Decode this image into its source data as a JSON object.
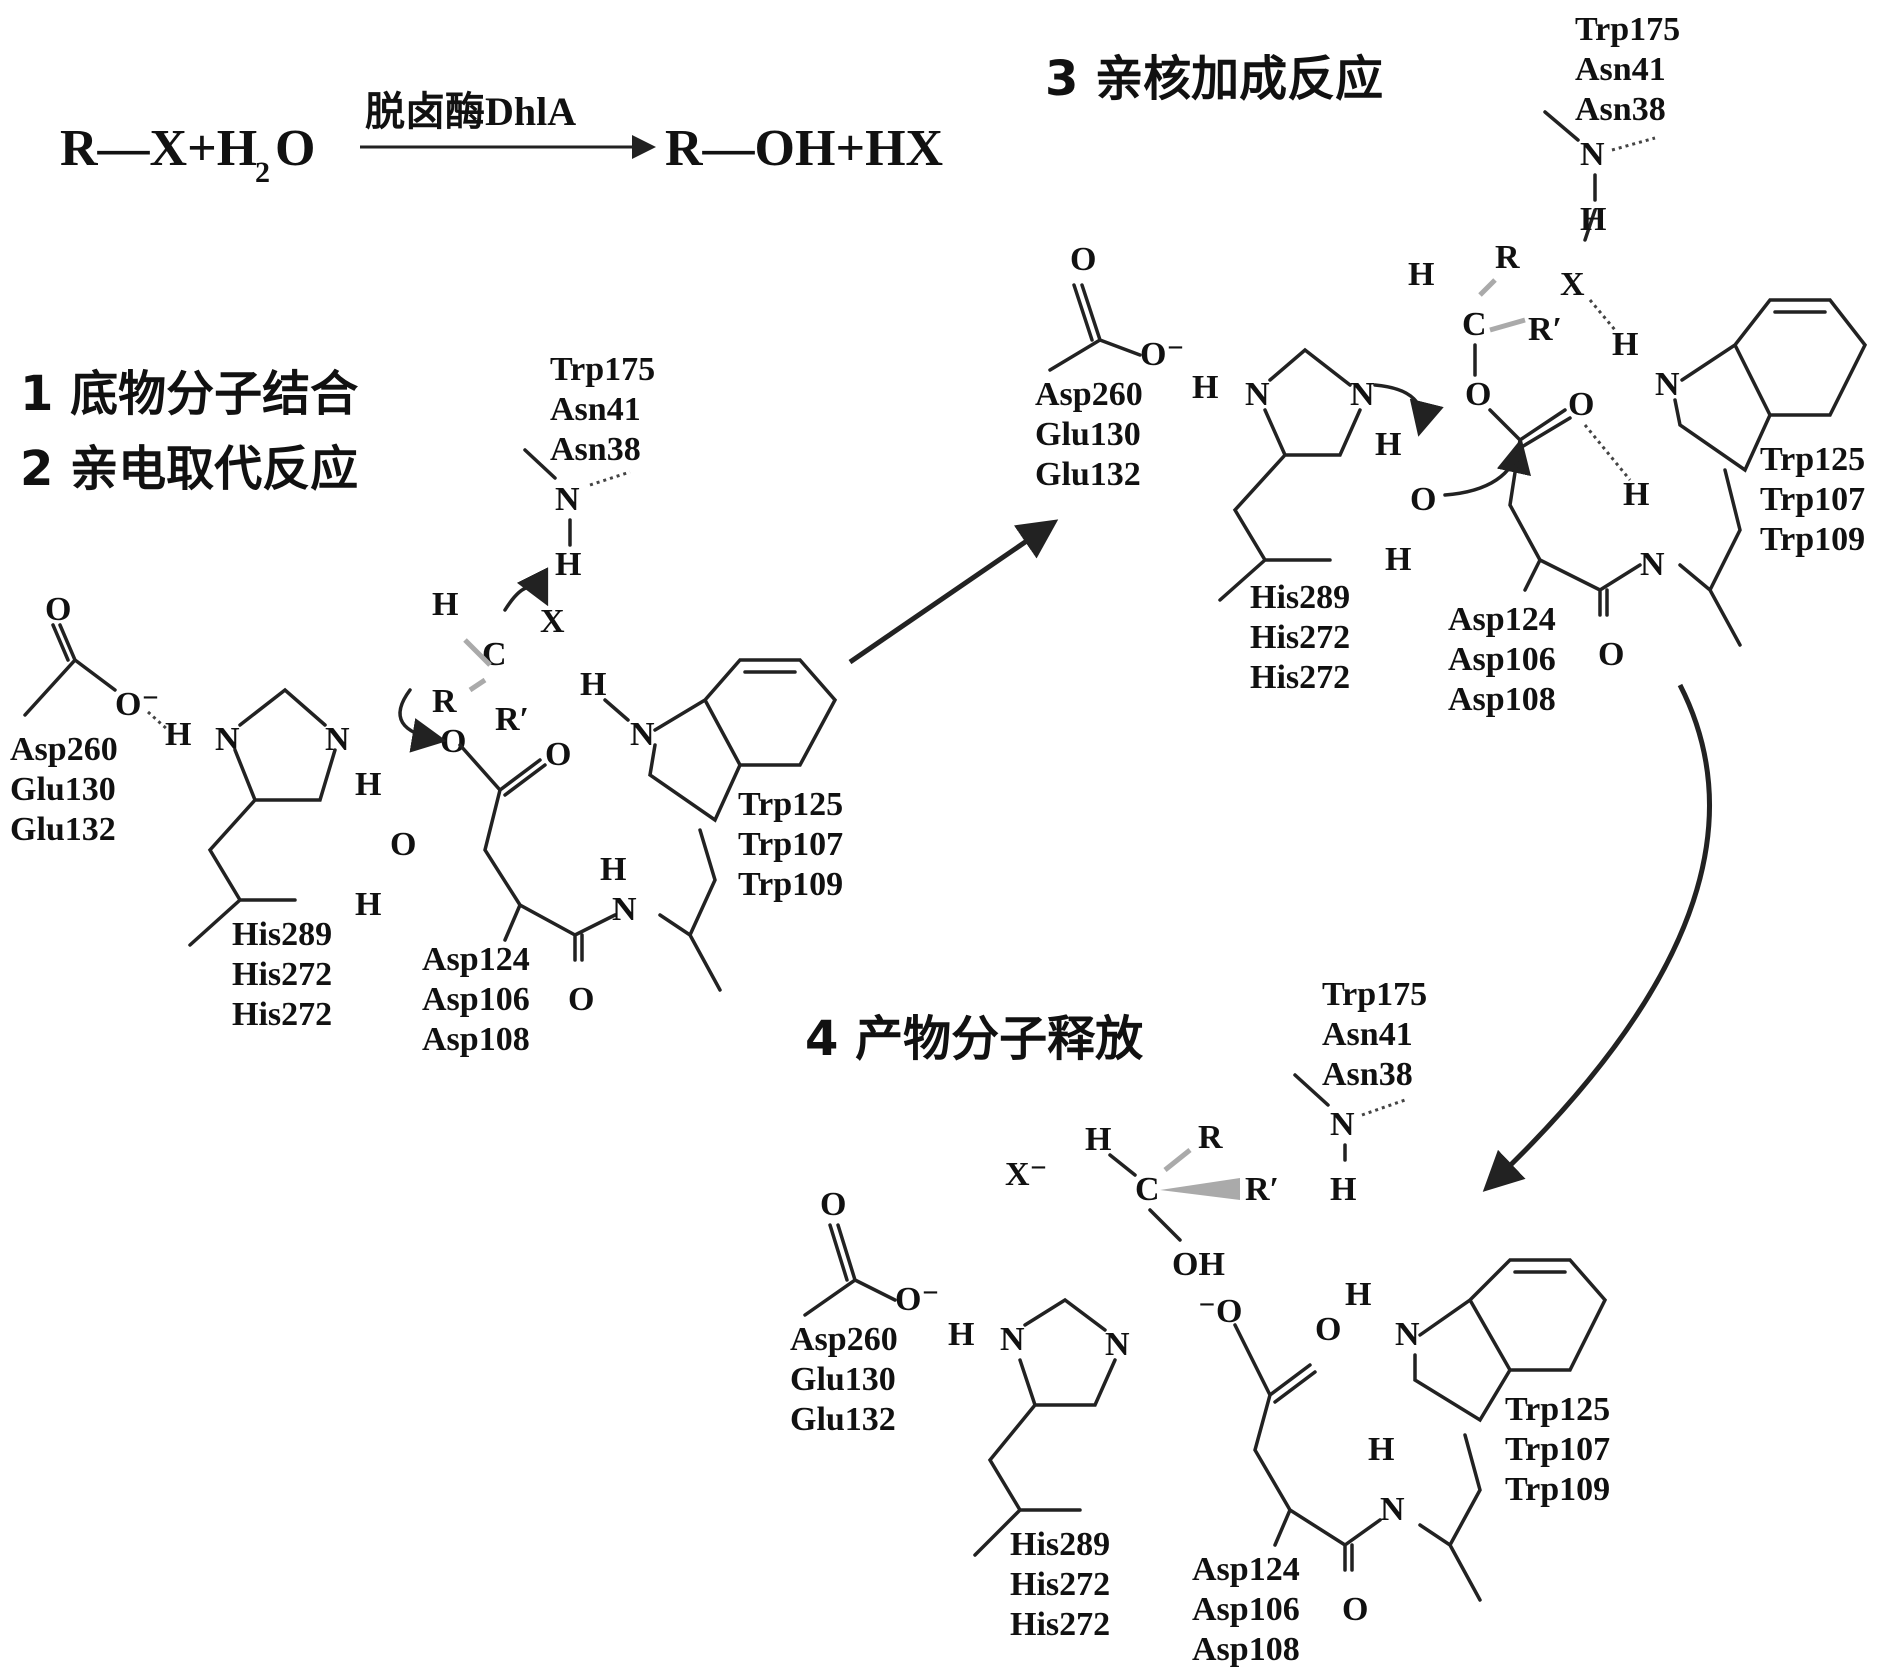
{
  "equation": {
    "left": "R—X+H",
    "left_sub": "2",
    "left_tail": "O",
    "enzyme": "脱卤酶DhlA",
    "right": "R—OH+HX"
  },
  "steps": {
    "s1": "1 底物分子结合",
    "s2": "2 亲电取代反应",
    "s3": "3 亲核加成反应",
    "s4": "4 产物分子释放"
  },
  "residues": {
    "asp_group": [
      "Asp260",
      "Glu130",
      "Glu132"
    ],
    "his_group": [
      "His289",
      "His272",
      "His272"
    ],
    "asp2_group": [
      "Asp124",
      "Asp106",
      "Asp108"
    ],
    "trp_group": [
      "Trp125",
      "Trp107",
      "Trp109"
    ],
    "asn_group": [
      "Trp175",
      "Asn41",
      "Asn38"
    ]
  },
  "atoms": {
    "O": "O",
    "O_minus": "O⁻",
    "minus_O": "⁻O",
    "H": "H",
    "N": "N",
    "C": "C",
    "X": "X",
    "X_minus": "X⁻",
    "R": "R",
    "R_prime": "R′",
    "OH": "OH"
  }
}
